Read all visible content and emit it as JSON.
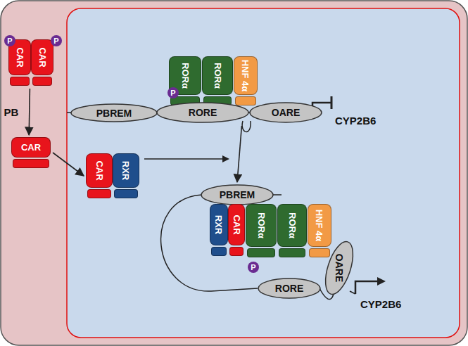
{
  "diagram": {
    "nodes": [
      {
        "text": [
          "CAR"
        ]
      },
      {
        "text": [
          "CAR"
        ]
      },
      {
        "text": [
          "P"
        ]
      },
      {
        "text": [
          "P"
        ]
      },
      {
        "text": [
          "CAR"
        ]
      },
      {
        "text": [
          "CAR"
        ]
      },
      {
        "text": [
          "RXR"
        ]
      },
      {
        "text": [
          "RORα"
        ]
      },
      {
        "text": [
          "RORα"
        ]
      },
      {
        "text": [
          "HNF 4α"
        ]
      },
      {
        "text": [
          "P"
        ]
      },
      {
        "text": [
          "PBREM"
        ]
      },
      {
        "text": [
          "RORE"
        ]
      },
      {
        "text": [
          "OARE"
        ]
      },
      {
        "text": [
          "PBREM"
        ]
      },
      {
        "text": [
          "RXR"
        ]
      },
      {
        "text": [
          "CAR"
        ]
      },
      {
        "text": [
          "RORα"
        ]
      },
      {
        "text": [
          "RORα"
        ]
      },
      {
        "text": [
          "HNF 4α"
        ]
      },
      {
        "text": [
          "P"
        ]
      },
      {
        "text": [
          "RORE"
        ]
      },
      {
        "text": [
          "OARE"
        ]
      }
    ],
    "edges": [
      {
        "from": 0,
        "to": 4,
        "label": "PB",
        "arrow": "to"
      },
      {
        "from": 4,
        "to": 5,
        "arrow": "to"
      },
      {
        "from": 12,
        "to": 14,
        "arrow": "to"
      }
    ],
    "labels": [
      "CYP2B6",
      "CYP2B6"
    ]
  }
}
